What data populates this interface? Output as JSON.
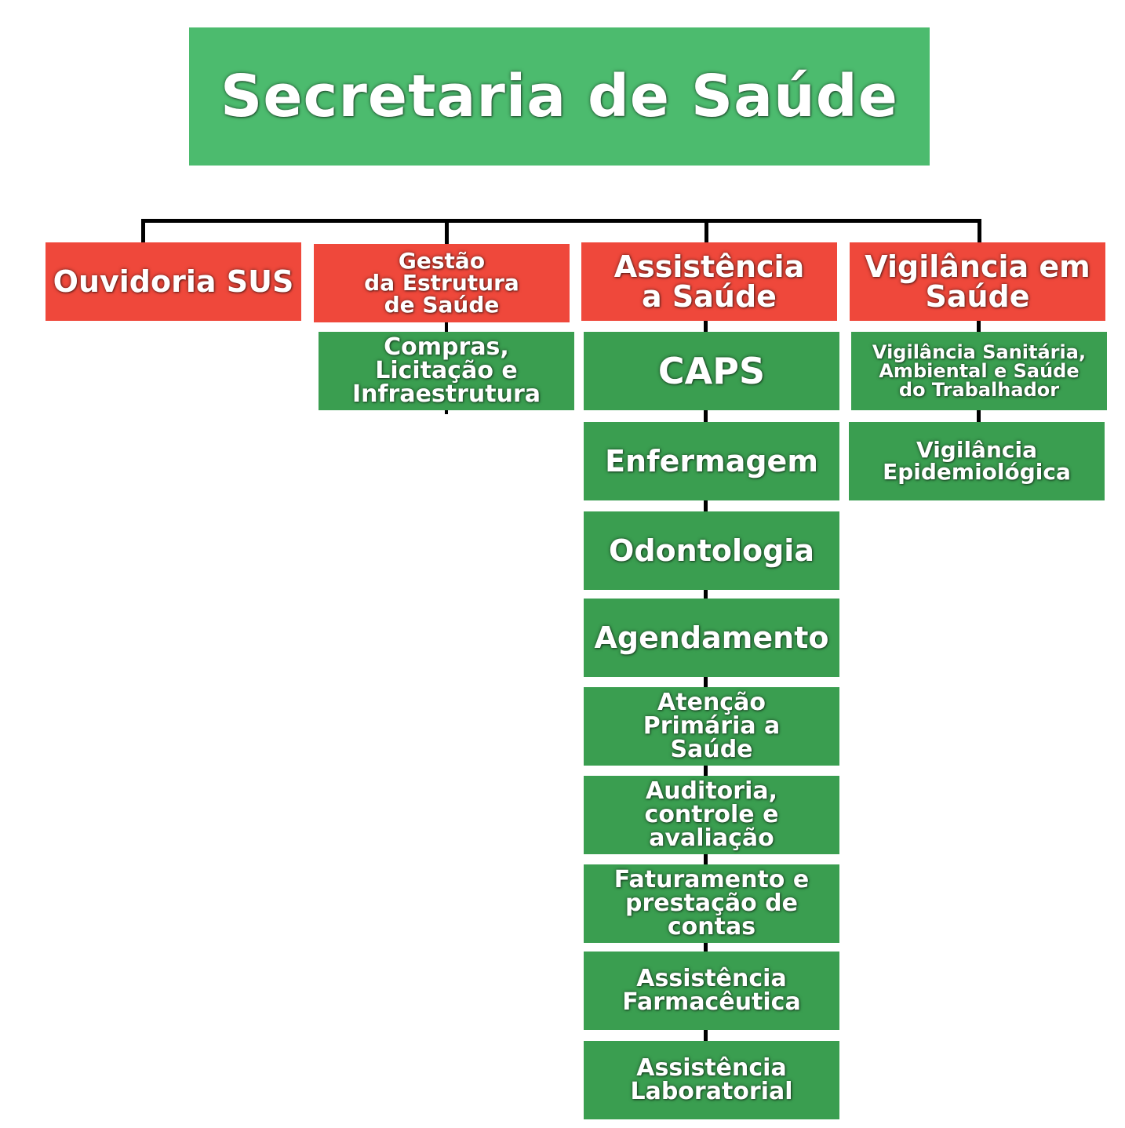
{
  "title": "Secretaria de Saúde",
  "departments": {
    "ouvidoria": "Ouvidoria SUS",
    "gestao": "Gestão\nda Estrutura\nde Saúde",
    "assistencia": "Assistência\na Saúde",
    "vigilancia": "Vigilância em\nSaúde"
  },
  "gestao_units": [
    "Compras,\nLicitação e\nInfraestrutura"
  ],
  "assistencia_units": [
    "CAPS",
    "Enfermagem",
    "Odontologia",
    "Agendamento",
    "Atenção\nPrimária a\nSaúde",
    "Auditoria,\ncontrole e\navaliação",
    "Faturamento e\nprestação de\ncontas",
    "Assistência\nFarmacêutica",
    "Assistência\nLaboratorial"
  ],
  "vigilancia_units": [
    "Vigilância Sanitária,\nAmbiental e Saúde\ndo Trabalhador",
    "Vigilância\nEpidemiológica"
  ],
  "colors": {
    "title_bg": "#4cbb6e",
    "department_bg": "#ef483b",
    "unit_bg": "#3a9e50",
    "connector": "#000000"
  }
}
